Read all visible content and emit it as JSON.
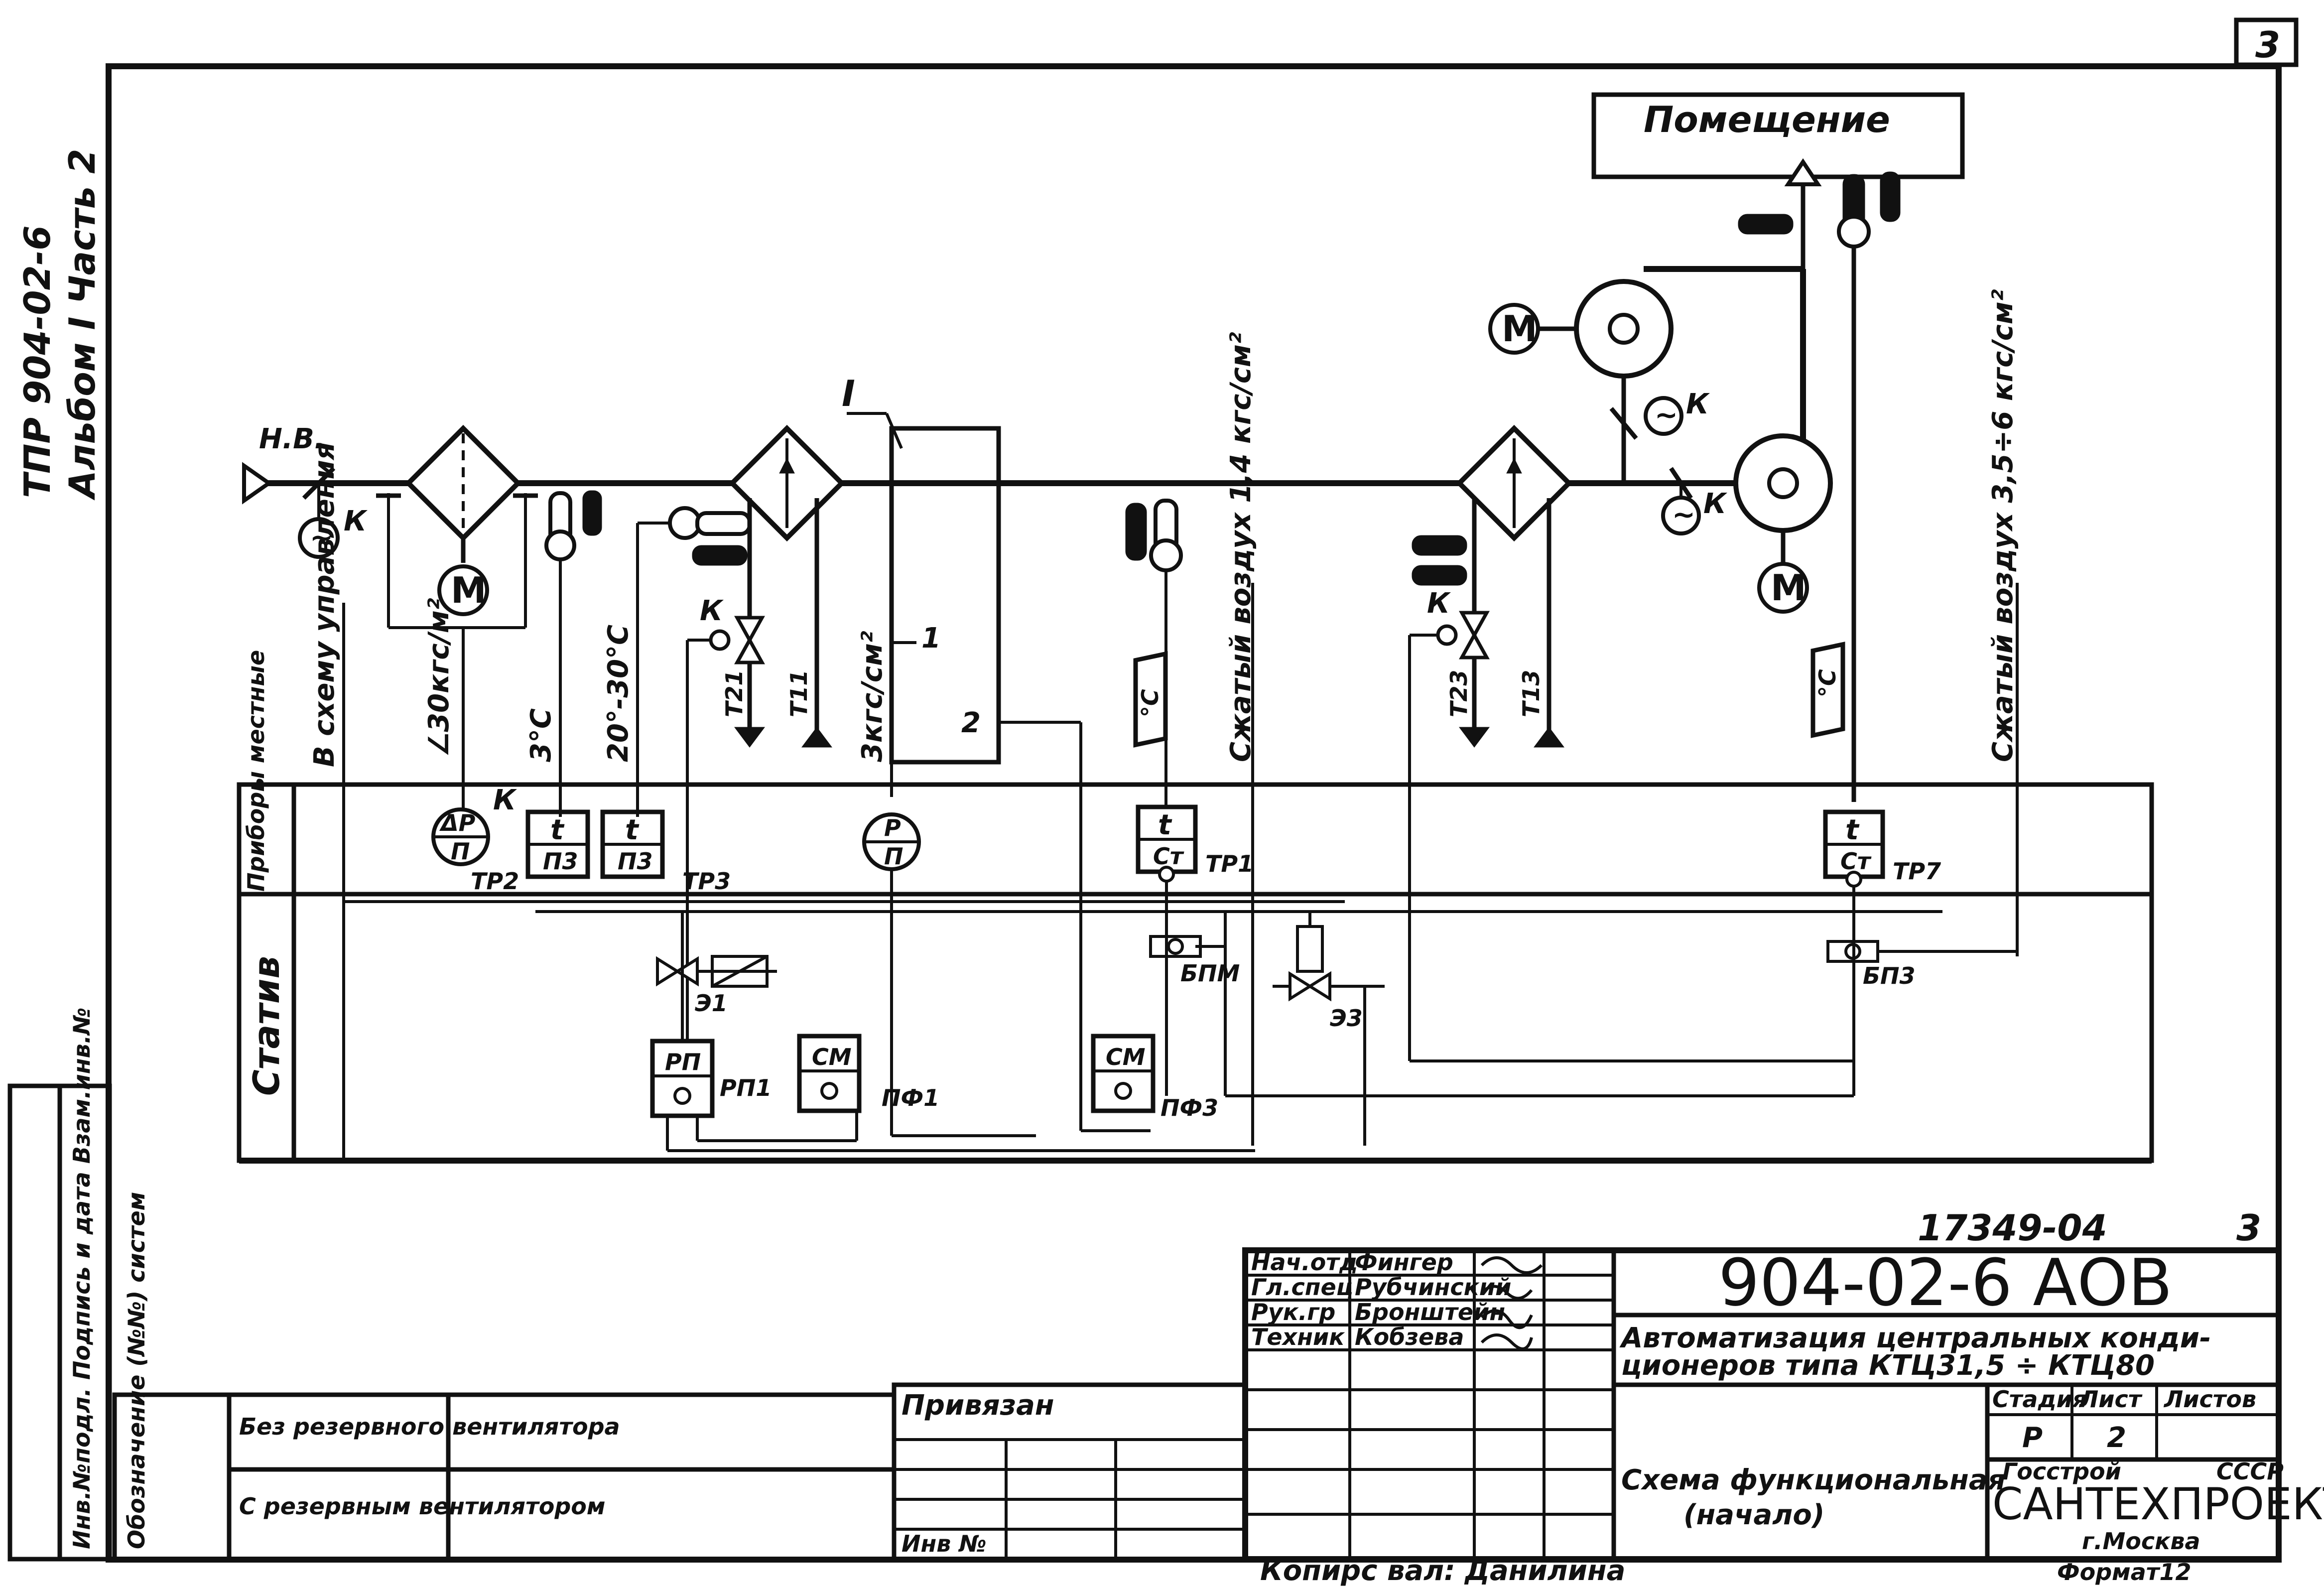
{
  "sheet_corner": "3",
  "side_stamp": {
    "line1": "ТПР 904-02-6",
    "line2": "Альбом I Часть 2"
  },
  "room": "Помещение",
  "outdoor_air": "Н.В.",
  "section_mark": "I",
  "actuator_label": "К",
  "motor_label": "М",
  "node_numbers": [
    "1",
    "2"
  ],
  "vertical_labels": {
    "control_scheme": "В схему управления",
    "dp_limit": "∠30кгс/м²",
    "t3": "3°С",
    "t2030": "20°-30°С",
    "t21": "Т21",
    "t11": "Т11",
    "p3": "3кгс/см²",
    "compressed1": "Сжатый воздух 1,4 кгс/см²",
    "t23": "Т23",
    "t13": "Т13",
    "compressed2": "Сжатый воздух 3,5÷6 кгс/см²",
    "degC": "°С"
  },
  "rows": {
    "local": "Приборы местные",
    "stand": "Статив"
  },
  "instruments": {
    "dp_top": "ΔР",
    "dp_bot": "П",
    "t_top": "t",
    "t_bot": "П3",
    "p_top": "Р",
    "p_bot": "П",
    "tr_top": "t",
    "tr_bot": "Ст",
    "rp": "РП",
    "sm": "СМ"
  },
  "tags": [
    "ТР2",
    "ТР3",
    "ТР1",
    "ТР7",
    "Э1",
    "Э3",
    "БПМ",
    "БП3",
    "РП1",
    "ПФ1",
    "ПФ3"
  ],
  "doc_number": "17349-04",
  "sheet_num": "3",
  "title_code": "904-02-6  АОВ",
  "title_desc_1": "Автоматизация центральных конди-",
  "title_desc_2": "ционеров типа КТЦ31,5 ÷ КТЦ80",
  "people": [
    {
      "role": "Нач.отд",
      "name": "Фингер"
    },
    {
      "role": "Гл.спец",
      "name": "Рубчинский"
    },
    {
      "role": "Рук.гр",
      "name": "Бронштейн"
    },
    {
      "role": "Техник",
      "name": "Кобзева"
    }
  ],
  "stage_headers": [
    "Стадия",
    "Лист",
    "Листов"
  ],
  "stage_values": [
    "Р",
    "2",
    ""
  ],
  "scheme_title_1": "Схема функциональная",
  "scheme_title_2": "(начало)",
  "org_top_left": "Госстрой",
  "org_top_right": "СССР",
  "org_name": "САНТЕХПРОЕКТ",
  "org_city": "г.Москва",
  "format": "Формат12",
  "copied_by": "Копирс вал: Данилина",
  "linked": "Привязан",
  "inv_no": "Инв №",
  "designation": "Обозначение (№№) систем",
  "variant_1": "Без резервного вентилятора",
  "variant_2": "С резервным вентилятором",
  "left_stamp": "Инв.№подл.  Подпись и дата  Взам.инв.№"
}
